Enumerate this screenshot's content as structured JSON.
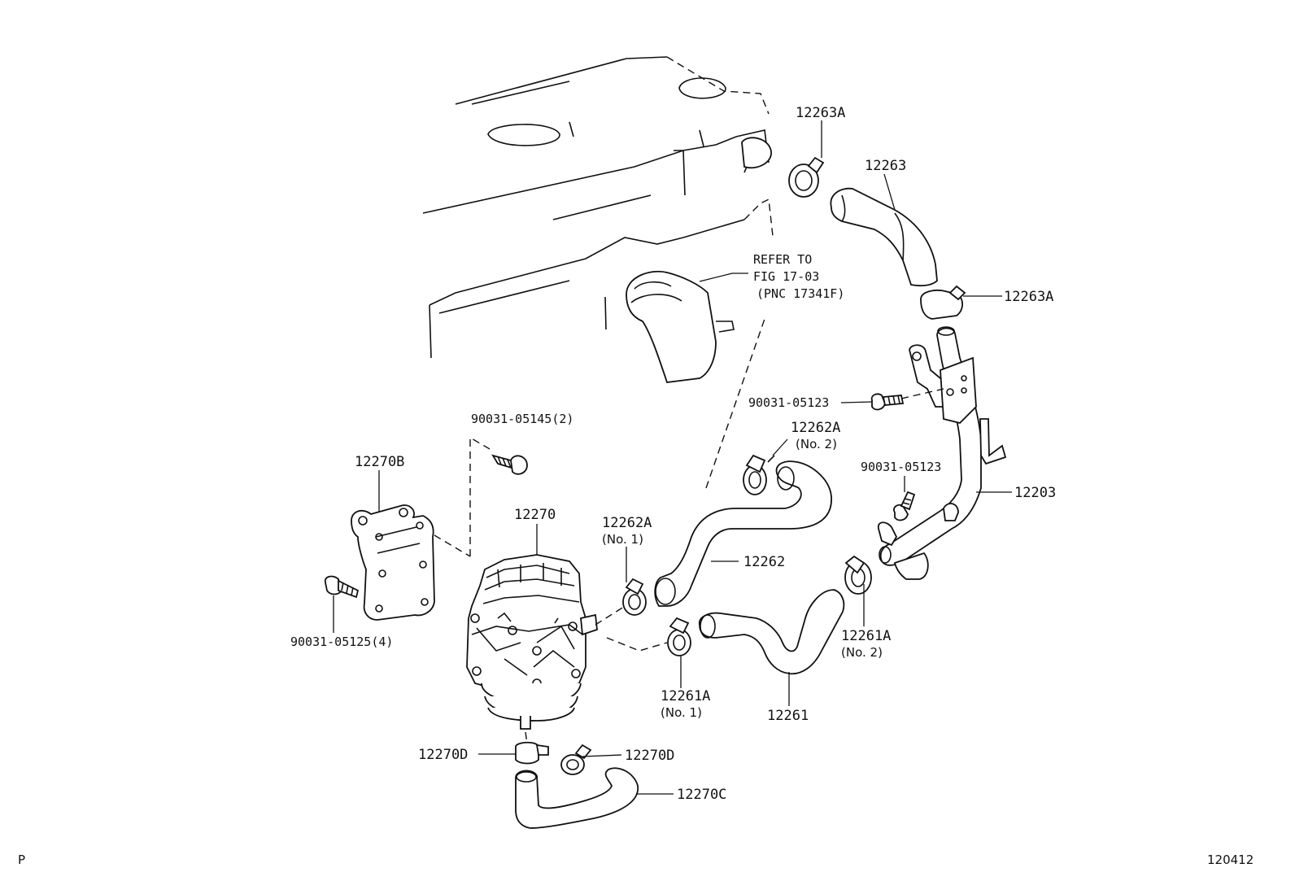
{
  "labels": {
    "p12263A_top": "12263A",
    "p12263": "12263",
    "p12263A_right": "12263A",
    "refer_l1": "REFER TO",
    "refer_l2": "FIG 17-03",
    "refer_l3": "(PNC 17341F)",
    "b90031_05123_a": "90031-05123",
    "p12262A_no2": "12262A",
    "p12262A_no2_sub": "(No. 2)",
    "b90031_05145": "90031-05145(2)",
    "p12270B": "12270B",
    "b90031_05123_b": "90031-05123",
    "p12203": "12203",
    "p12270": "12270",
    "p12262A_no1": "12262A",
    "p12262A_no1_sub": "(No. 1)",
    "p12262": "12262",
    "b90031_05125": "90031-05125(4)",
    "p12261A_no2": "12261A",
    "p12261A_no2_sub": "(No. 2)",
    "p12261A_no1": "12261A",
    "p12261A_no1_sub": "(No. 1)",
    "p12261": "12261",
    "p12270D_left": "12270D",
    "p12270D_right": "12270D",
    "p12270C": "12270C"
  },
  "corner": {
    "left": "P",
    "right": "120412"
  }
}
